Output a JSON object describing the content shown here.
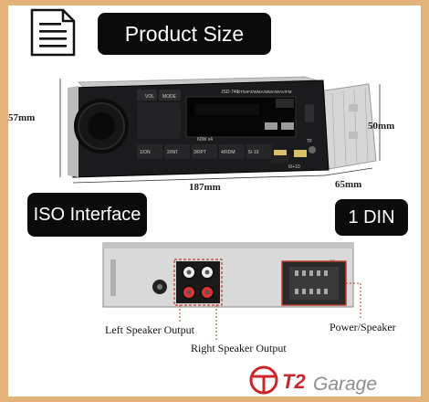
{
  "labels": {
    "product_size": "Product Size",
    "iso_interface": "ISO Interface",
    "one_din": "1 DIN"
  },
  "dimensions": {
    "height": "57mm",
    "depth_height": "50mm",
    "width": "187mm",
    "depth": "65mm"
  },
  "radio_text": {
    "model": "JSD-740",
    "bands": "BT/MP3/WMA/WMA/WAV/FM",
    "power": "60W x4",
    "b1": "1/ON",
    "b2": "2/INT",
    "b3": "3/RPT",
    "b4": "4/RDM",
    "b5": "5/-10",
    "b6": "6/+10",
    "vol": "VOL",
    "mode": "MODE",
    "tf": "TF"
  },
  "captions": {
    "left_speaker": "Left Speaker Output",
    "right_speaker": "Right Speaker Output",
    "power_speaker": "Power/Speaker"
  },
  "logo": {
    "brand_mark": "T2",
    "brand_word": "Garage"
  },
  "colors": {
    "frame": "#e3b37a",
    "pill": "#0b0b0b",
    "logo_red": "#c8262b",
    "logo_gray": "#8e8e8e",
    "callout_red": "#c0392b"
  }
}
